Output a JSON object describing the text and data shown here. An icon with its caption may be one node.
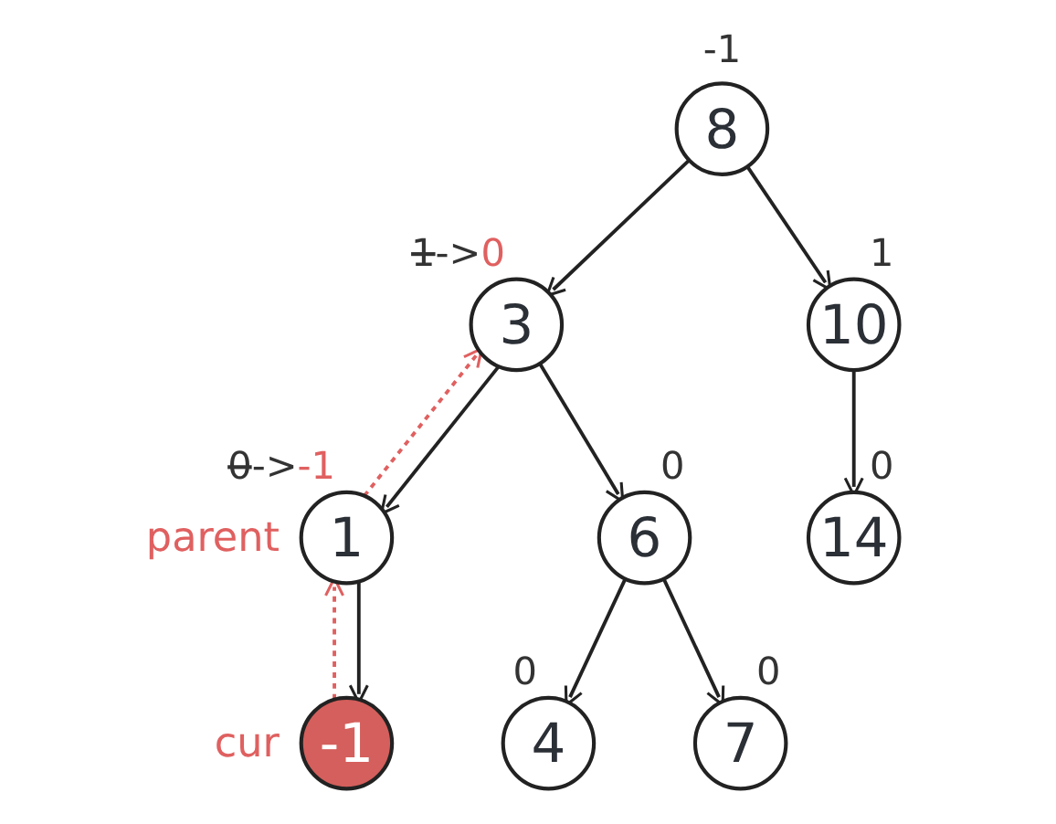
{
  "diagram": {
    "nodes": [
      {
        "text": [
          "8"
        ],
        "beside": [
          "-1"
        ]
      },
      {
        "text": [
          "3"
        ],
        "beside": [
          "1->0"
        ]
      },
      {
        "text": [
          "10"
        ],
        "beside": [
          "1"
        ]
      },
      {
        "text": [
          "1"
        ],
        "beside": [
          "0->-1",
          "parent"
        ]
      },
      {
        "text": [
          "6"
        ],
        "beside": [
          "0"
        ]
      },
      {
        "text": [
          "14"
        ],
        "beside": [
          "0"
        ]
      },
      {
        "text": [
          "-1"
        ],
        "beside": [
          "cur"
        ]
      },
      {
        "text": [
          "4"
        ],
        "beside": [
          "0"
        ]
      },
      {
        "text": [
          "7"
        ],
        "beside": [
          "0"
        ]
      }
    ],
    "edges": [
      {
        "from": 0,
        "to": 1,
        "arrow": "to"
      },
      {
        "from": 0,
        "to": 2,
        "arrow": "to"
      },
      {
        "from": 1,
        "to": 3,
        "arrow": "to"
      },
      {
        "from": 1,
        "to": 4,
        "arrow": "to"
      },
      {
        "from": 2,
        "to": 5,
        "arrow": "to"
      },
      {
        "from": 3,
        "to": 6,
        "arrow": "to"
      },
      {
        "from": 4,
        "to": 7,
        "arrow": "to"
      },
      {
        "from": 4,
        "to": 8,
        "arrow": "to"
      },
      {
        "from": 6,
        "to": 3,
        "arrow": "to",
        "style": "dashed",
        "color": "#e06060"
      },
      {
        "from": 3,
        "to": 1,
        "arrow": "to",
        "style": "dashed",
        "color": "#e06060"
      }
    ]
  }
}
